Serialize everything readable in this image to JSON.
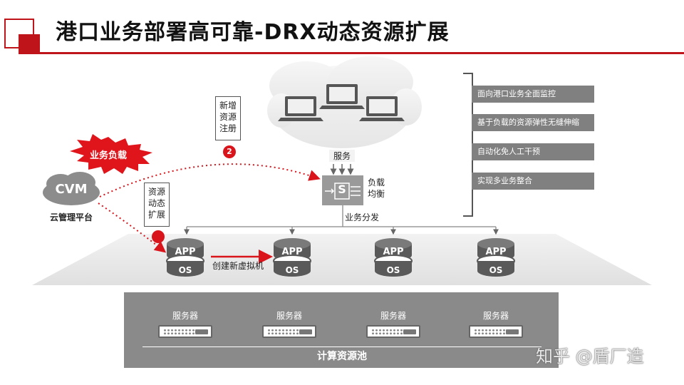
{
  "header": {
    "title": "港口业务部署高可靠-DRX动态资源扩展"
  },
  "colors": {
    "accent": "#c0141b",
    "dark_gray": "#808080",
    "pool_gray": "#8a8a8a"
  },
  "cloud": {
    "service_label": "服务"
  },
  "load_balancer": {
    "label_line1": "负载",
    "label_line2": "均衡",
    "icon_letter": "S",
    "dispatch_label": "业务分发"
  },
  "new_resource": {
    "label": "新增资源注册",
    "badge": "2"
  },
  "dynamic_expand": {
    "label": "资源动态扩展"
  },
  "business_load": {
    "label": "业务负载"
  },
  "cvm": {
    "label": "CVM",
    "platform": "云管理平台"
  },
  "create_vm": {
    "label": "创建新虚拟机"
  },
  "stacks": [
    {
      "app": "APP",
      "os": "OS"
    },
    {
      "app": "APP",
      "os": "OS"
    },
    {
      "app": "APP",
      "os": "OS"
    },
    {
      "app": "APP",
      "os": "OS"
    }
  ],
  "pool": {
    "label": "计算资源池",
    "servers": [
      {
        "label": "服务器"
      },
      {
        "label": "服务器"
      },
      {
        "label": "服务器"
      },
      {
        "label": "服务器"
      }
    ]
  },
  "features": [
    {
      "label": "面向港口业务全面监控"
    },
    {
      "label": "基于负载的资源弹性无缝伸缩"
    },
    {
      "label": "自动化免人工干预"
    },
    {
      "label": "实现多业务整合"
    }
  ],
  "watermark": "知乎 @盾厂造"
}
